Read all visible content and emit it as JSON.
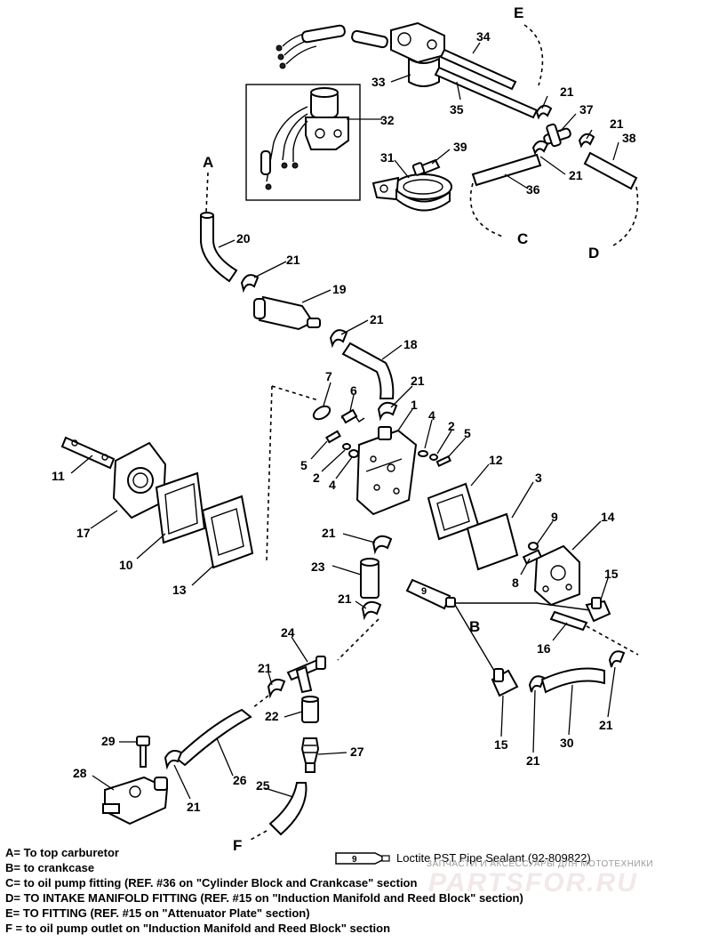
{
  "callouts": {
    "c1": "1",
    "c2a": "2",
    "c2b": "2",
    "c3": "3",
    "c4a": "4",
    "c4b": "4",
    "c5a": "5",
    "c5b": "5",
    "c6": "6",
    "c7": "7",
    "c8": "8",
    "c9": "9",
    "c10": "10",
    "c11": "11",
    "c12": "12",
    "c13": "13",
    "c14": "14",
    "c15a": "15",
    "c15b": "15",
    "c16": "16",
    "c17": "17",
    "c18": "18",
    "c19": "19",
    "c20": "20",
    "c21a": "21",
    "c21b": "21",
    "c21c": "21",
    "c21d": "21",
    "c21e": "21",
    "c21f": "21",
    "c21g": "21",
    "c21h": "21",
    "c21i": "21",
    "c21j": "21",
    "c21k": "21",
    "c21l": "21",
    "c22": "22",
    "c23": "23",
    "c24": "24",
    "c25": "25",
    "c26": "26",
    "c27": "27",
    "c28": "28",
    "c29": "29",
    "c30": "30",
    "c31": "31",
    "c32": "32",
    "c33": "33",
    "c34": "34",
    "c35": "35",
    "c36": "36",
    "c37": "37",
    "c38": "38",
    "c39": "39",
    "tube9": "9"
  },
  "letters": {
    "A": "A",
    "B": "B",
    "C": "C",
    "D": "D",
    "E": "E",
    "F": "F"
  },
  "legend": {
    "a": "A= To top carburetor",
    "b": "B= to crankcase",
    "c": "C= to oil pump fitting (REF. #36 on \"Cylinder Block and Crankcase\" section",
    "d": "D= TO INTAKE MANIFOLD FITTING (REF. #15 on \"Induction Manifold and Reed Block\" section)",
    "e": "E= TO FITTING (REF. #15 on \"Attenuator Plate\" section)",
    "f": "F = to oil pump outlet on \"Induction Manifold and Reed Block\" section"
  },
  "sealant": {
    "number": "9",
    "text": "Loctite PST Pipe Sealant (92-809822)"
  },
  "watermark": {
    "tagline": "ЗАПЧАСТИ И АКСЕССУАРЫ ДЛЯ МОТОТЕХНИКИ",
    "brand": "PARTSFOR.RU"
  },
  "colors": {
    "line": "#000000",
    "background": "#ffffff",
    "watermark": "#f3e8e8"
  }
}
